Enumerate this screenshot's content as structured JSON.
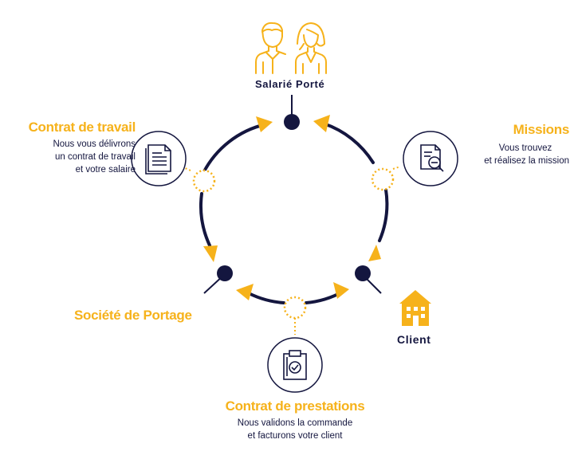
{
  "nodes": {
    "salarie": {
      "label": "Salarié Porté"
    },
    "client": {
      "label": "Client"
    },
    "societe": {
      "label": "Société de Portage"
    }
  },
  "contrat_travail": {
    "title": "Contrat de travail",
    "lines": [
      "Nous vous délivrons",
      "un contrat de travail",
      "et votre salaire"
    ]
  },
  "missions": {
    "title": "Missions",
    "lines": [
      "Vous trouvez",
      "et réalisez la mission"
    ]
  },
  "contrat_prestations": {
    "title": "Contrat de prestations",
    "lines": [
      "Nous validons la commande",
      "et facturons votre client"
    ]
  },
  "colors": {
    "navy": "#14163F",
    "orange": "#F6B21B"
  },
  "icons": {
    "salarie": "man-and-woman-icon",
    "client": "building-icon",
    "contrat_travail": "document-icon",
    "missions": "document-search-icon",
    "contrat_prestations": "clipboard-check-icon"
  }
}
